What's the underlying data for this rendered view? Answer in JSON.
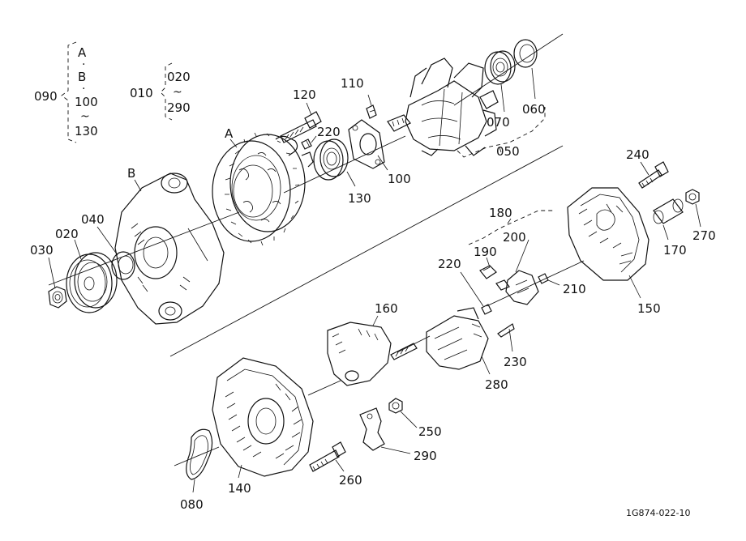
{
  "group_labels": {
    "g090": {
      "number": "090",
      "lines": [
        "A",
        "B",
        "100",
        "130"
      ]
    },
    "g010": {
      "number": "010",
      "lines": [
        "020",
        "290"
      ]
    }
  },
  "callouts": {
    "c120": "120",
    "c110": "110",
    "c220a": "220",
    "c100": "100",
    "c130": "130",
    "c070": "070",
    "c060": "060",
    "c050": "050",
    "cA": "A",
    "cB": "B",
    "c040": "040",
    "c020": "020",
    "c030": "030",
    "c240": "240",
    "c180": "180",
    "c200": "200",
    "c190": "190",
    "c220b": "220",
    "c210": "210",
    "c170": "170",
    "c270": "270",
    "c150": "150",
    "c160": "160",
    "c230": "230",
    "c280": "280",
    "c250": "250",
    "c290": "290",
    "c260": "260",
    "c140": "140",
    "c080": "080"
  },
  "drawing_code": "1G874-022-10"
}
